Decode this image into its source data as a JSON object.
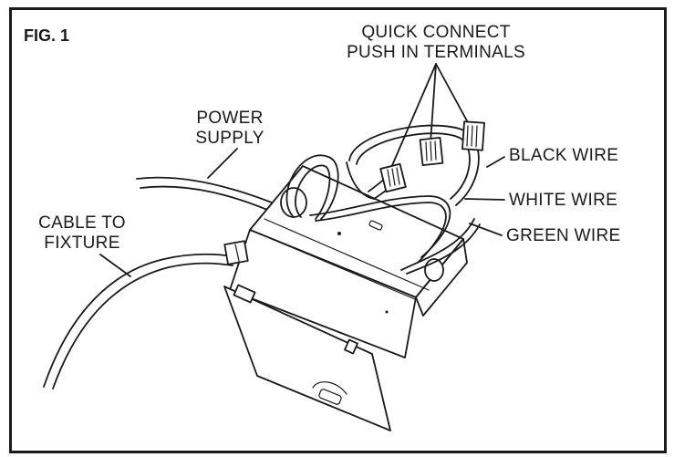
{
  "figure": {
    "label": "FIG. 1"
  },
  "labels": {
    "quick_connect_line1": "QUICK CONNECT",
    "quick_connect_line2": "PUSH IN TERMINALS",
    "power_supply_line1": "POWER",
    "power_supply_line2": "SUPPLY",
    "cable_line1": "CABLE TO",
    "cable_line2": "FIXTURE",
    "black_wire": "BLACK WIRE",
    "white_wire": "WHITE WIRE",
    "green_wire": "GREEN WIRE"
  }
}
